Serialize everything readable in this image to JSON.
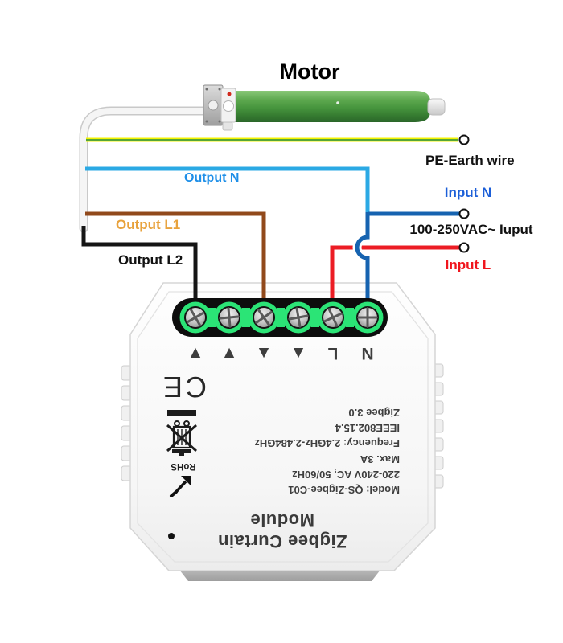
{
  "title": "Motor",
  "wire_labels": {
    "pe_earth": "PE-Earth wire",
    "output_n": "Output N",
    "input_n": "Input N",
    "vac_input": "100-250VAC~ Iuput",
    "input_l": "Input L",
    "output_l1": "Output L1",
    "output_l2": "Output L2"
  },
  "module": {
    "product_name": "Zigbee Curtain Module",
    "ce_mark": "CE",
    "rohs_label": "RoHS",
    "terminal_labels": [
      "▲",
      "▲",
      "▼",
      "▼",
      "L",
      "N"
    ],
    "specs": [
      "Model: QS-Zigbee-C01",
      "220-240V AC, 50/60Hz",
      "Max. 3A",
      "Frequency: 2.4GHz-2.484GHz",
      "IEEE802.15.4",
      "Zigbee 3.0"
    ]
  },
  "colors": {
    "output_n_wire": "#2BA9E4",
    "input_n_wire": "#1663B0",
    "input_l_wire": "#EC1C24",
    "output_l1_wire": "#91491B",
    "output_l2_wire": "#151515",
    "earth_wire_yellow": "#F2F200",
    "earth_wire_green": "#3F9B3F",
    "terminal_green": "#2BE476",
    "motor_green": "#46943D",
    "output_n_label": "#1E8FE8",
    "input_n_label": "#1C5FD8",
    "input_l_label": "#F0151D",
    "output_l1_label": "#E8A23C"
  }
}
